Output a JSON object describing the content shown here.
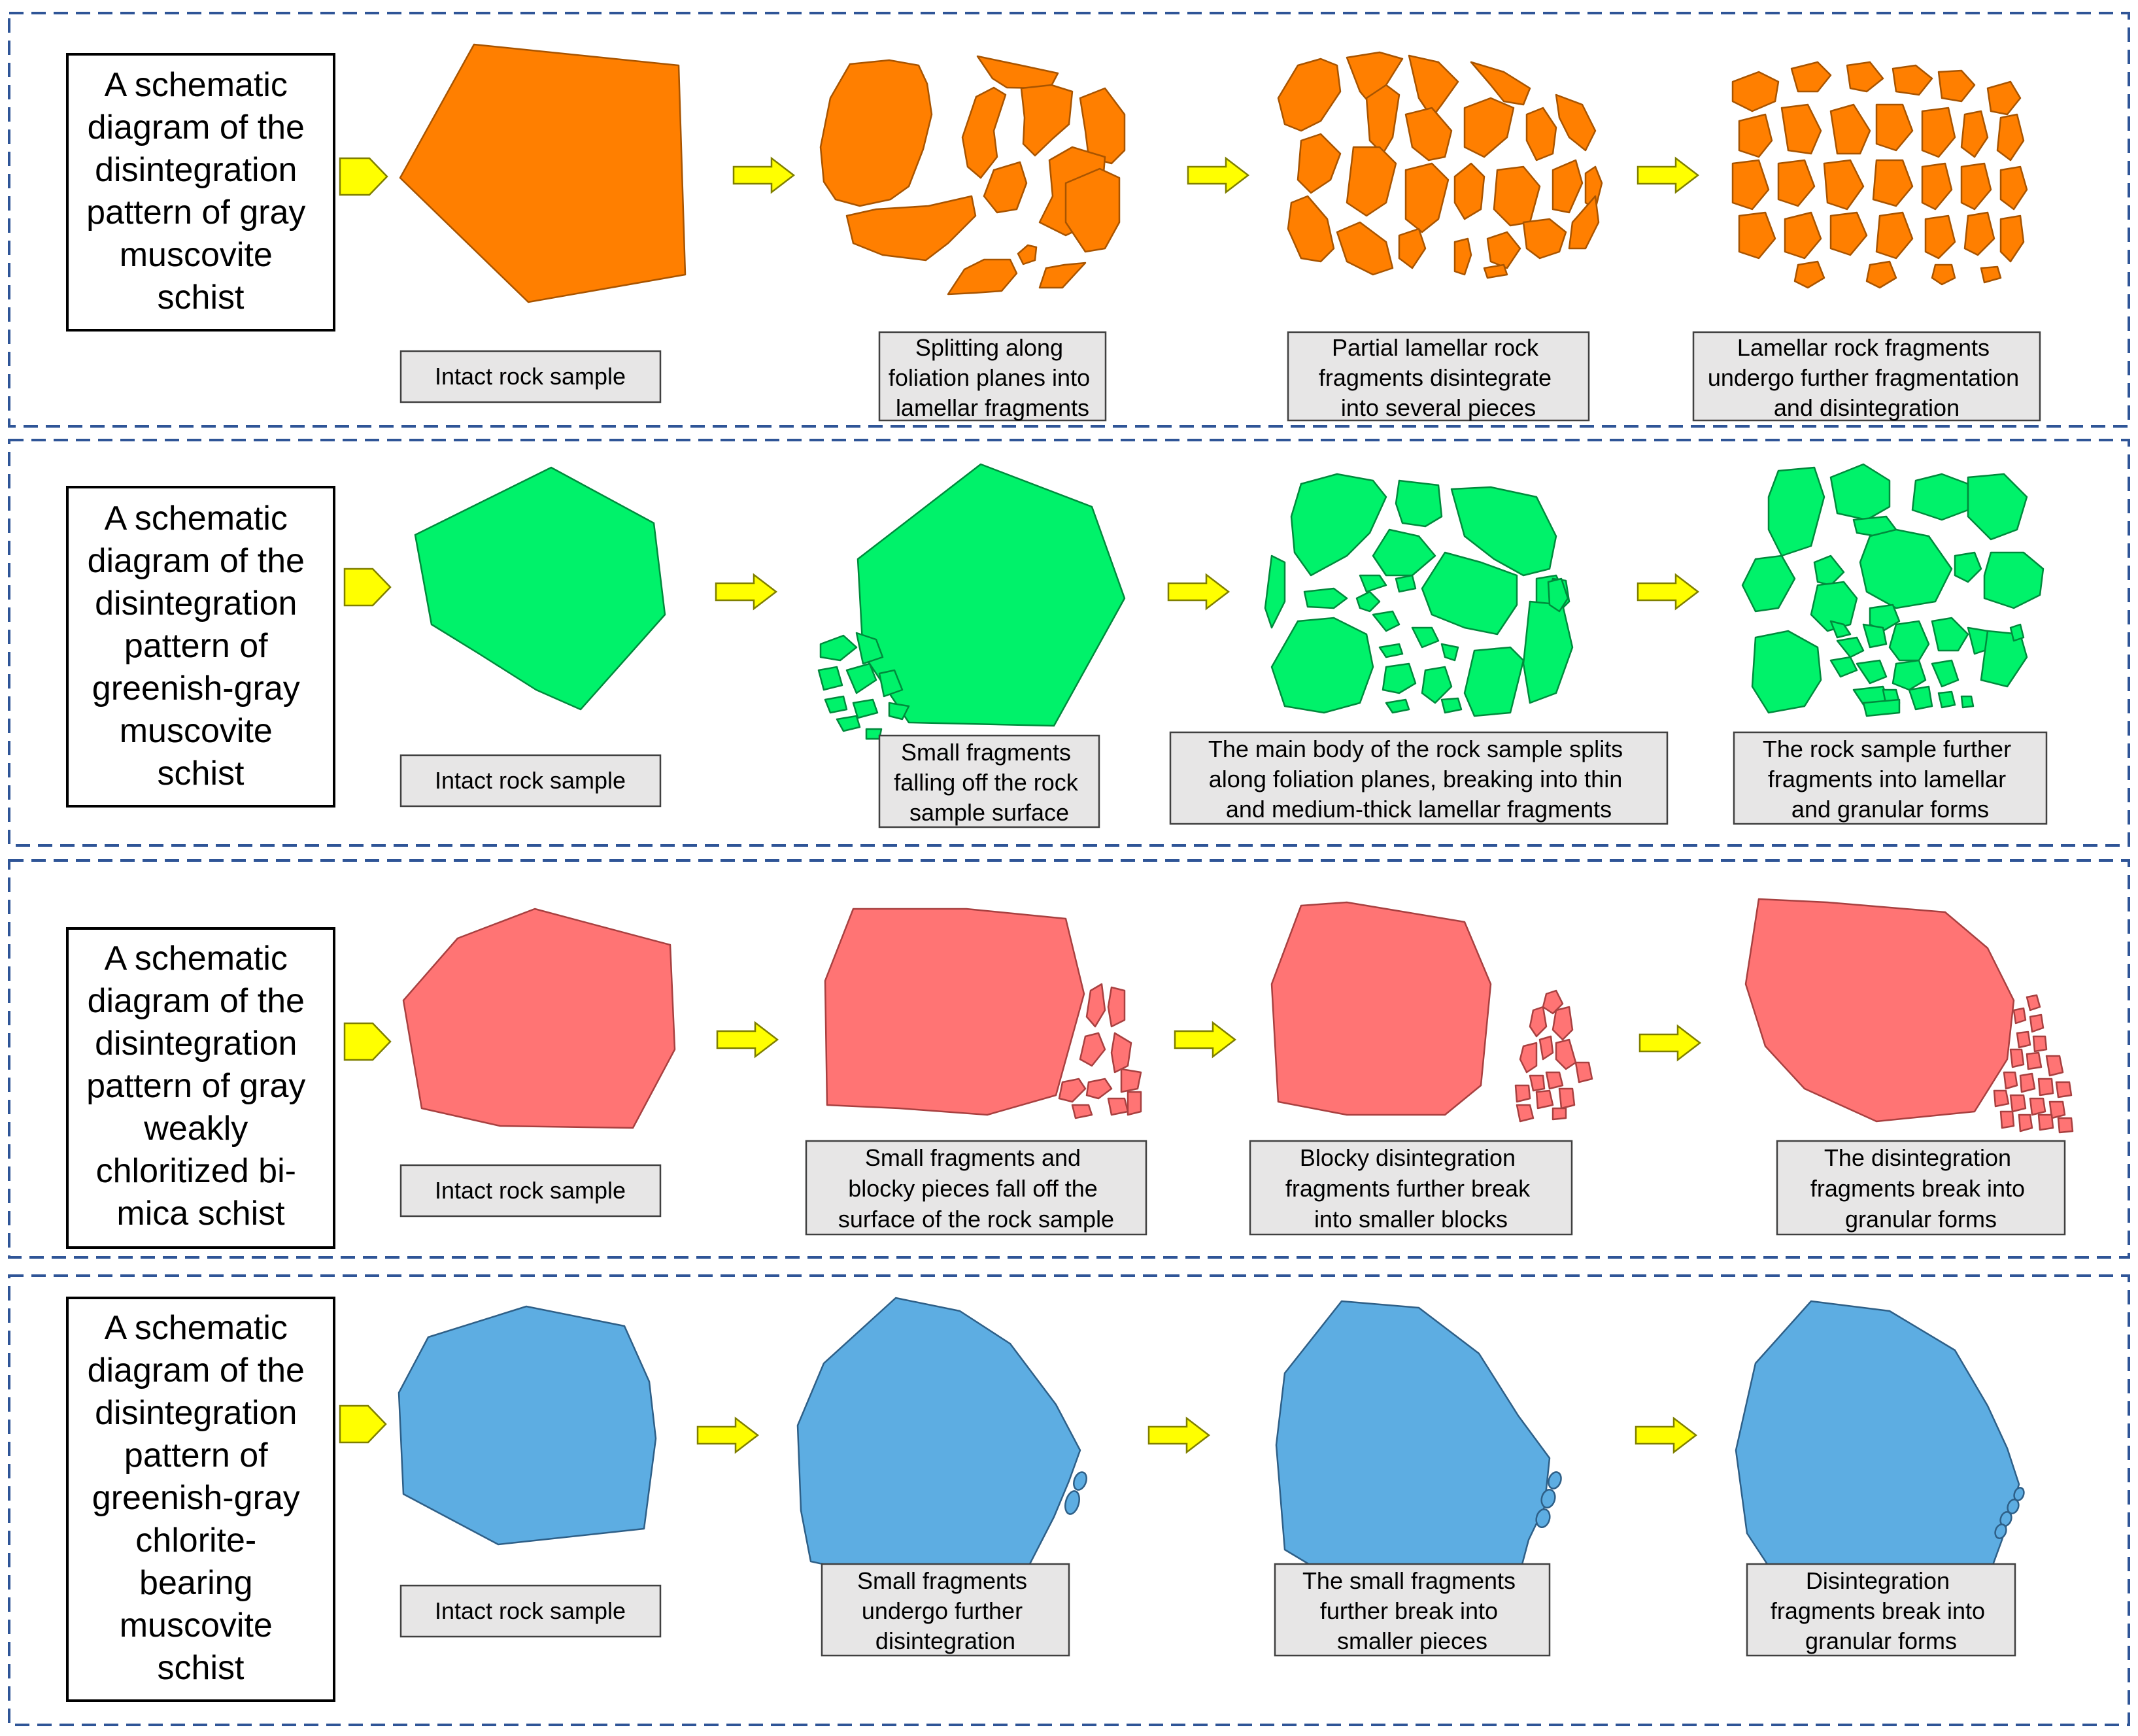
{
  "panels": [
    {
      "title": [
        "A schematic",
        "diagram of the",
        "disintegration",
        "pattern of gray",
        "muscovite",
        "schist"
      ],
      "color": "#FF7F00",
      "stroke": "#A85400",
      "captions": [
        [
          "Intact rock sample"
        ],
        [
          "Splitting along",
          "foliation planes into",
          "lamellar fragments"
        ],
        [
          "Partial lamellar rock",
          "fragments disintegrate",
          "into several pieces"
        ],
        [
          "Lamellar rock fragments",
          "undergo further fragmentation",
          "and disintegration"
        ]
      ]
    },
    {
      "title": [
        "A schematic",
        "diagram of the",
        "disintegration",
        "pattern of",
        "greenish-gray",
        "muscovite",
        "schist"
      ],
      "color": "#00F26A",
      "stroke": "#008A3C",
      "captions": [
        [
          "Intact rock sample"
        ],
        [
          "Small   fragments",
          "falling off the rock",
          "sample surface"
        ],
        [
          "The main body of the rock sample splits",
          "along foliation planes, breaking into thin",
          "and medium-thick  lamellar fragments"
        ],
        [
          "The rock sample further",
          "fragments into lamellar",
          "and granular forms"
        ]
      ]
    },
    {
      "title": [
        "A schematic",
        "diagram of the",
        "disintegration",
        "pattern of gray",
        "weakly",
        "chloritized bi-",
        "mica schist"
      ],
      "color": "#FF7474",
      "stroke": "#A84040",
      "captions": [
        [
          "Intact rock sample"
        ],
        [
          "Small fragments and",
          "blocky pieces fall off the",
          "surface of the rock sample"
        ],
        [
          "Blocky disintegration",
          "fragments further break",
          "into smaller blocks"
        ],
        [
          "The disintegration",
          "fragments break into",
          "granular forms"
        ]
      ]
    },
    {
      "title": [
        "A schematic",
        "diagram of the",
        "disintegration",
        "pattern of",
        "greenish-gray",
        "chlorite-",
        "bearing",
        "muscovite",
        "schist"
      ],
      "color": "#5DADE2",
      "stroke": "#2E5F87",
      "captions": [
        [
          "Intact rock sample"
        ],
        [
          "Small fragments",
          "undergo further",
          "disintegration"
        ],
        [
          "The small fragments",
          "further break into",
          "smaller pieces"
        ],
        [
          "Disintegration",
          "fragments break into",
          "granular forms"
        ]
      ]
    }
  ]
}
